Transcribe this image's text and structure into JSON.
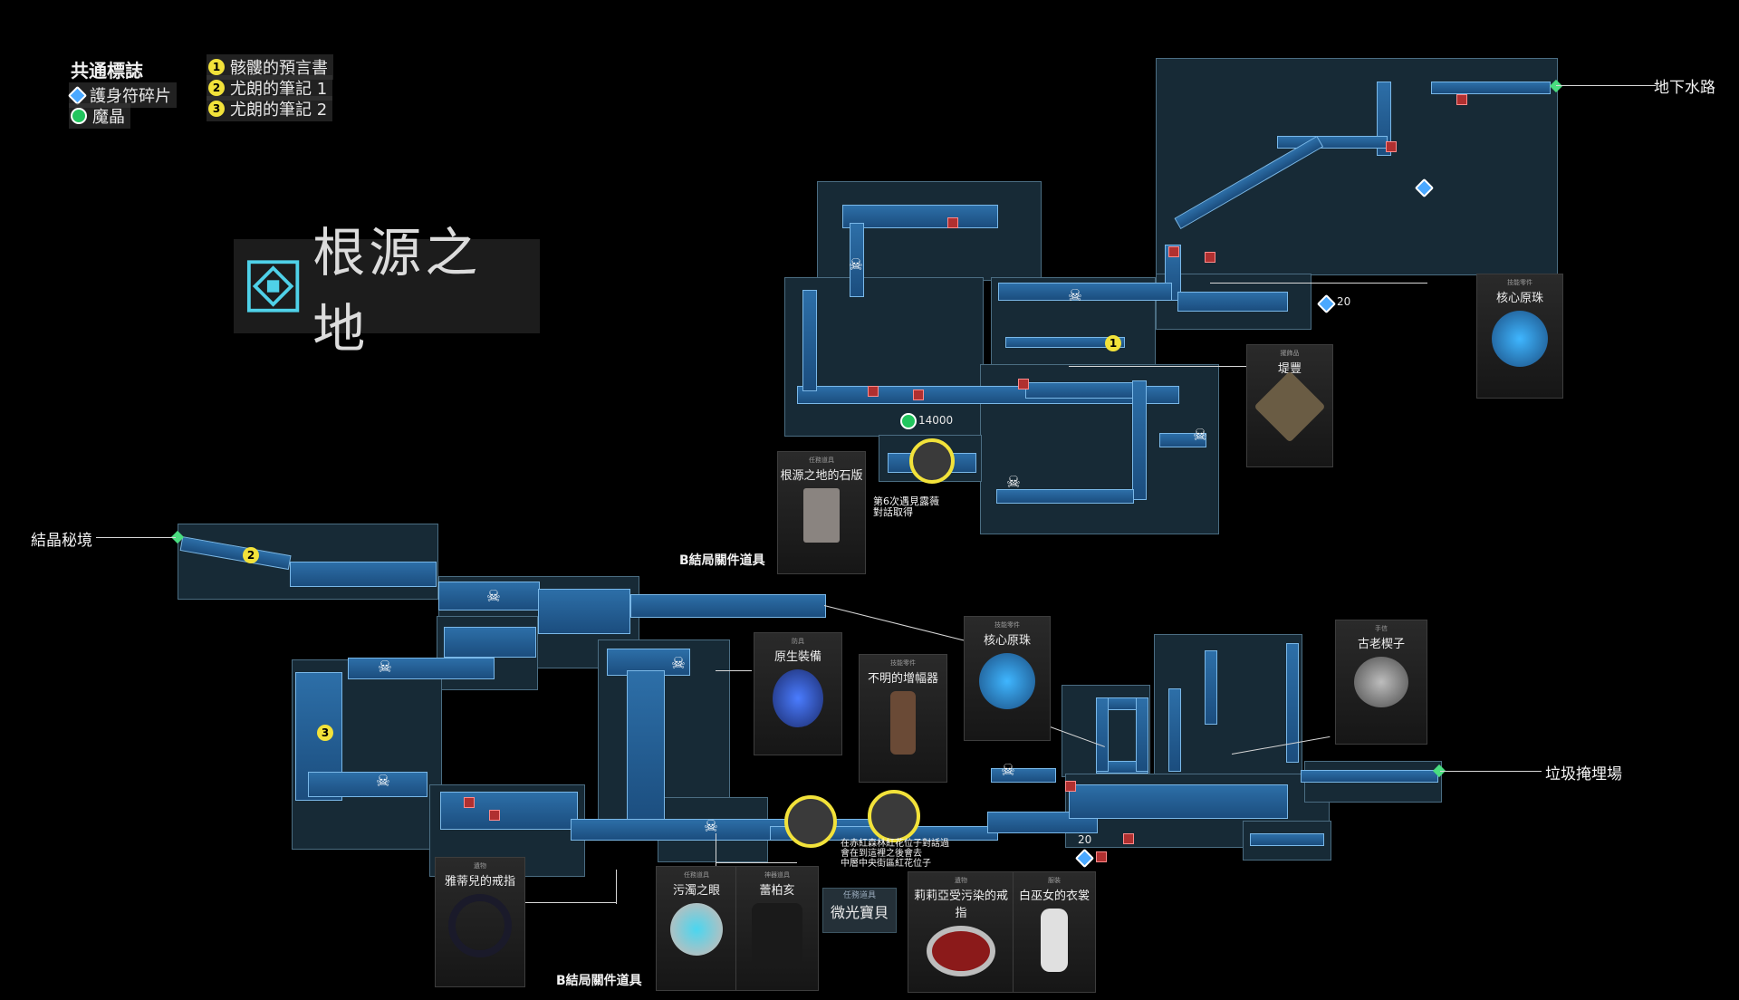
{
  "legend": {
    "title": "共通標誌",
    "items": [
      {
        "icon": "amulet-fragment-icon",
        "color": "#4aa8ff",
        "label": "護身符碎片"
      },
      {
        "icon": "magic-crystal-icon",
        "color": "#22c55e",
        "label": "魔晶"
      }
    ],
    "numbered": [
      {
        "num": "1",
        "label": "骸髏的預言書"
      },
      {
        "num": "2",
        "label": "尤朗的筆記 1"
      },
      {
        "num": "3",
        "label": "尤朗的筆記 2"
      }
    ]
  },
  "area_title": "根源之地",
  "exits": {
    "underground_waterway": "地下水路",
    "crystal_secret": "結晶秘境",
    "garbage_dump": "垃圾掩埋場"
  },
  "map_labels": {
    "crystal_14000": "14000",
    "amulet_20_top": "20",
    "amulet_20_bottom": "20",
    "num1": "1",
    "num2": "2",
    "num3": "3"
  },
  "cards": {
    "core_top": {
      "cat": "技能零件",
      "name": "核心原珠"
    },
    "kitoyo": {
      "cat": "擺飾品",
      "name": "堤豐"
    },
    "stone_tablet": {
      "cat": "任務道具",
      "name": "根源之地的石版"
    },
    "native_gear": {
      "cat": "防具",
      "name": "原生裝備"
    },
    "amplifier": {
      "cat": "技能零件",
      "name": "不明的增幅器"
    },
    "core_mid": {
      "cat": "技能零件",
      "name": "核心原珠"
    },
    "old_box": {
      "cat": "手信",
      "name": "古老楔子"
    },
    "yaria_ring": {
      "cat": "遺物",
      "name": "雅蒂兒的戒指"
    },
    "polluted_eye": {
      "cat": "任務道具",
      "name": "污濁之眼"
    },
    "lebolia": {
      "cat": "神器道具",
      "name": "蕾柏亥"
    },
    "faint_gem": {
      "cat": "任務道具",
      "name": "微光寶貝"
    },
    "lily_ring": {
      "cat": "遺物",
      "name": "莉莉亞受污染的戒指"
    },
    "white_dress": {
      "cat": "服裝",
      "name": "白巫女的衣裳"
    }
  },
  "notes": {
    "sixth_meet": [
      "第6次遇見露薇",
      "對話取得"
    ],
    "b_ending_top": "B結局關件道具",
    "b_ending_bottom": "B結局關件道具",
    "red_flower": [
      "在赤紅森林紅花位子對話過",
      "會在到這裡之後會去",
      "中層中央街區紅花位子"
    ]
  },
  "colors": {
    "corridor": "#2d6fa8",
    "room_bg": "#172a36",
    "highlight": "#f2e23a",
    "exit": "#4ade80"
  }
}
